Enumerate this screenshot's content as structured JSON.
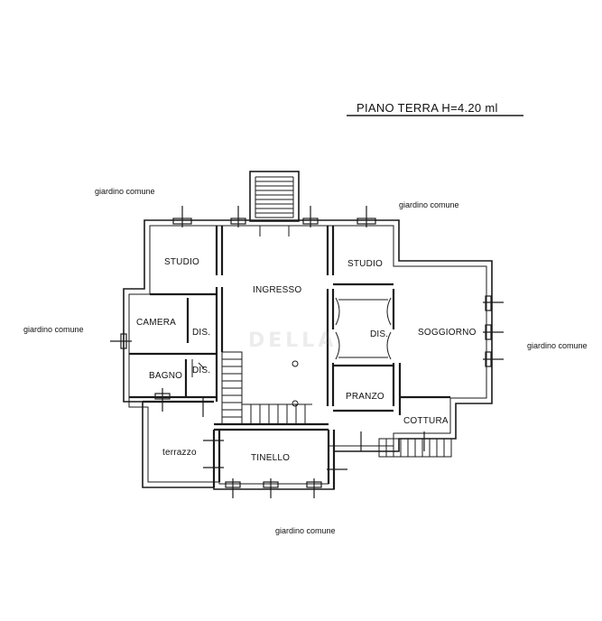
{
  "title": "PIANO TERRA H=4.20 ml",
  "watermark": "DELLA",
  "rooms": {
    "studio_left": "STUDIO",
    "ingresso": "INGRESSO",
    "studio_right": "STUDIO",
    "camera": "CAMERA",
    "dis1": "DIS.",
    "dis2": "DIS.",
    "dis3": "DIS.",
    "soggiorno": "SOGGIORNO",
    "bagno": "BAGNO",
    "pranzo": "PRANZO",
    "cottura": "COTTURA",
    "terrazzo": "terrazzo",
    "tinello": "TINELLO"
  },
  "garden": {
    "top_left": "giardino comune",
    "top_right": "giardino comune",
    "left": "giardino comune",
    "right": "giardino comune",
    "bottom": "giardino comune"
  },
  "colors": {
    "line": "#1a1a1a",
    "paper": "#ffffff"
  }
}
